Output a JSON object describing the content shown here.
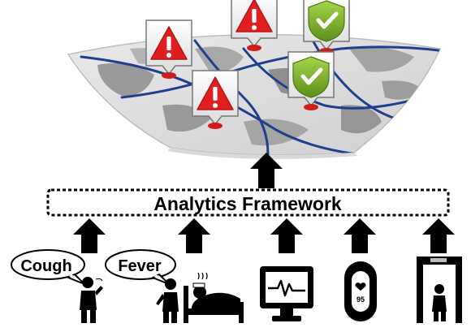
{
  "framework": {
    "label": "Analytics Framework"
  },
  "map": {
    "alert_markers": [
      "warning",
      "warning",
      "warning"
    ],
    "safe_markers": [
      "safe",
      "safe"
    ],
    "alert_color": "#e02020",
    "safe_color": "#7cb32c",
    "road_color": "#1f3f8f"
  },
  "sources": {
    "cough_bubble": "Cough",
    "fever_bubble": "Fever",
    "monitor_icon": "ecg-monitor-icon",
    "wearable_icon": "fitness-band-icon",
    "wearable_reading": "95",
    "scanner_icon": "body-scanner-icon"
  }
}
